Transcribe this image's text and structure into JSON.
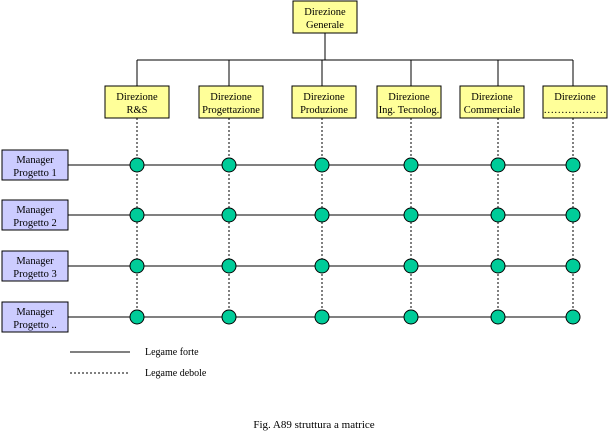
{
  "top": {
    "lines": [
      "Direzione",
      "Generale"
    ]
  },
  "directions": [
    {
      "lines": [
        "Direzione",
        "R&S"
      ]
    },
    {
      "lines": [
        "Direzione",
        "Progettazione"
      ]
    },
    {
      "lines": [
        "Direzione",
        "Produzione"
      ]
    },
    {
      "lines": [
        "Direzione",
        "Ing. Tecnolog."
      ]
    },
    {
      "lines": [
        "Direzione",
        "Commerciale"
      ]
    },
    {
      "lines": [
        "Direzione",
        "………………"
      ]
    }
  ],
  "managers": [
    {
      "lines": [
        "Manager",
        "Progetto 1"
      ]
    },
    {
      "lines": [
        "Manager",
        "Progetto 2"
      ]
    },
    {
      "lines": [
        "Manager",
        "Progetto 3"
      ]
    },
    {
      "lines": [
        "Manager",
        "Progetto .."
      ]
    }
  ],
  "legend": {
    "strong": "Legame forte",
    "weak": "Legame debole"
  },
  "caption": "Fig. A89 struttura a matrice",
  "colors": {
    "direction_fill": "#ffff99",
    "manager_fill": "#ccccff",
    "node_fill": "#00cc99",
    "line": "#000000"
  }
}
